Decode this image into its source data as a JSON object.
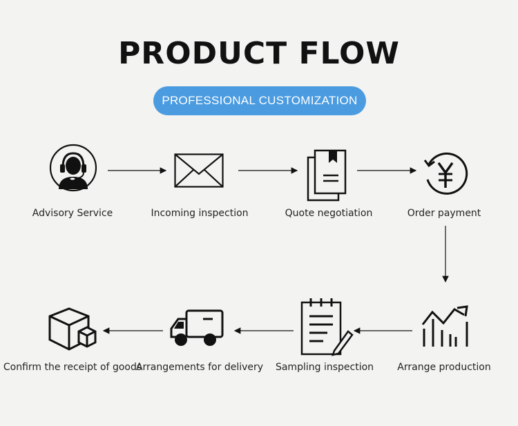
{
  "title": "PRODUCT FLOW",
  "subtitle": "PROFESSIONAL CUSTOMIZATION",
  "accent_color": "#4a9be0",
  "steps": [
    {
      "label": "Advisory Service",
      "icon": "headset-agent-icon"
    },
    {
      "label": "Incoming inspection",
      "icon": "envelope-icon"
    },
    {
      "label": "Quote negotiation",
      "icon": "document-icon"
    },
    {
      "label": "Order payment",
      "icon": "yen-coin-icon"
    },
    {
      "label": "Arrange production",
      "icon": "bar-chart-icon"
    },
    {
      "label": "Sampling inspection",
      "icon": "clipboard-pen-icon"
    },
    {
      "label": "Arrangements for delivery",
      "icon": "delivery-truck-icon"
    },
    {
      "label": "Confirm the receipt of goods",
      "icon": "boxes-icon"
    }
  ]
}
